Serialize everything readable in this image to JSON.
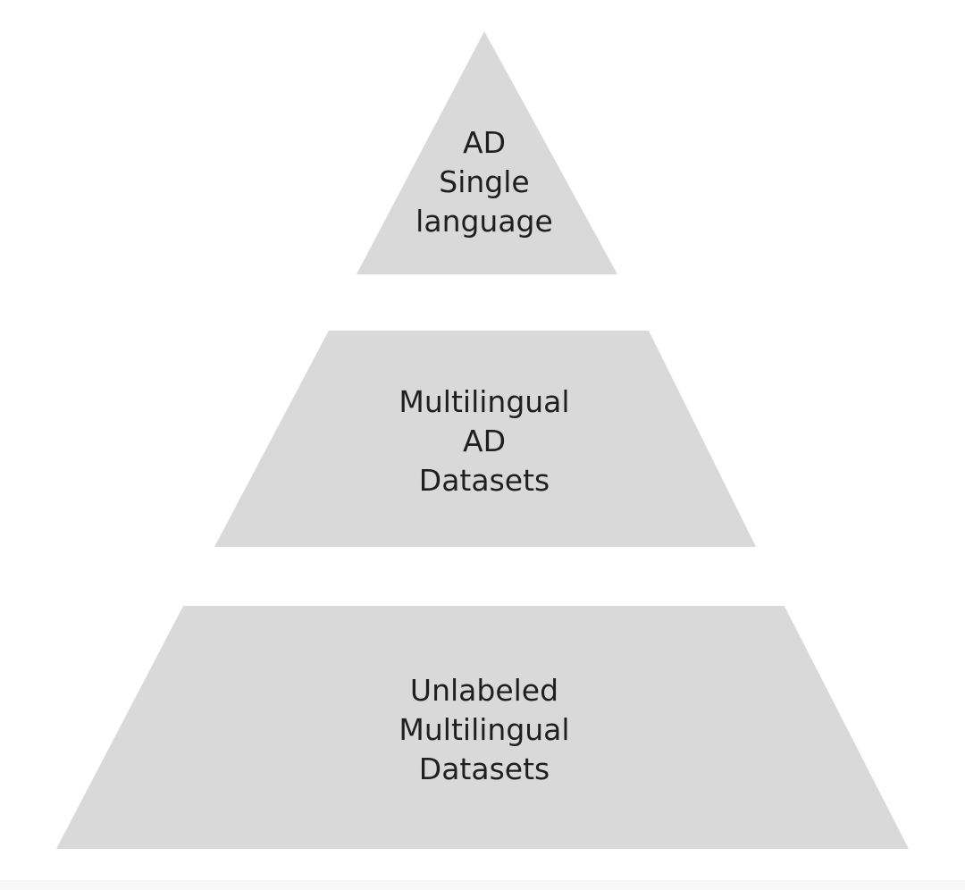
{
  "diagram": {
    "type": "pyramid",
    "tier_count": 3,
    "colors": {
      "background": "#ffffff",
      "tier_fill": "#d9d9d9",
      "text": "#1f1f1f",
      "bottom_band": "#f8f8f8"
    },
    "tiers": [
      {
        "position": "top",
        "shape": "triangle",
        "label": "AD\nSingle\nlanguage",
        "lines": [
          "AD",
          "Single",
          "language"
        ]
      },
      {
        "position": "middle",
        "shape": "trapezoid",
        "label": "Multilingual\nAD\nDatasets",
        "lines": [
          "Multilingual",
          "AD",
          "Datasets"
        ]
      },
      {
        "position": "bottom",
        "shape": "trapezoid",
        "label": "Unlabeled\nMultilingual\nDatasets",
        "lines": [
          "Unlabeled",
          "Multilingual",
          "Datasets"
        ]
      }
    ]
  }
}
